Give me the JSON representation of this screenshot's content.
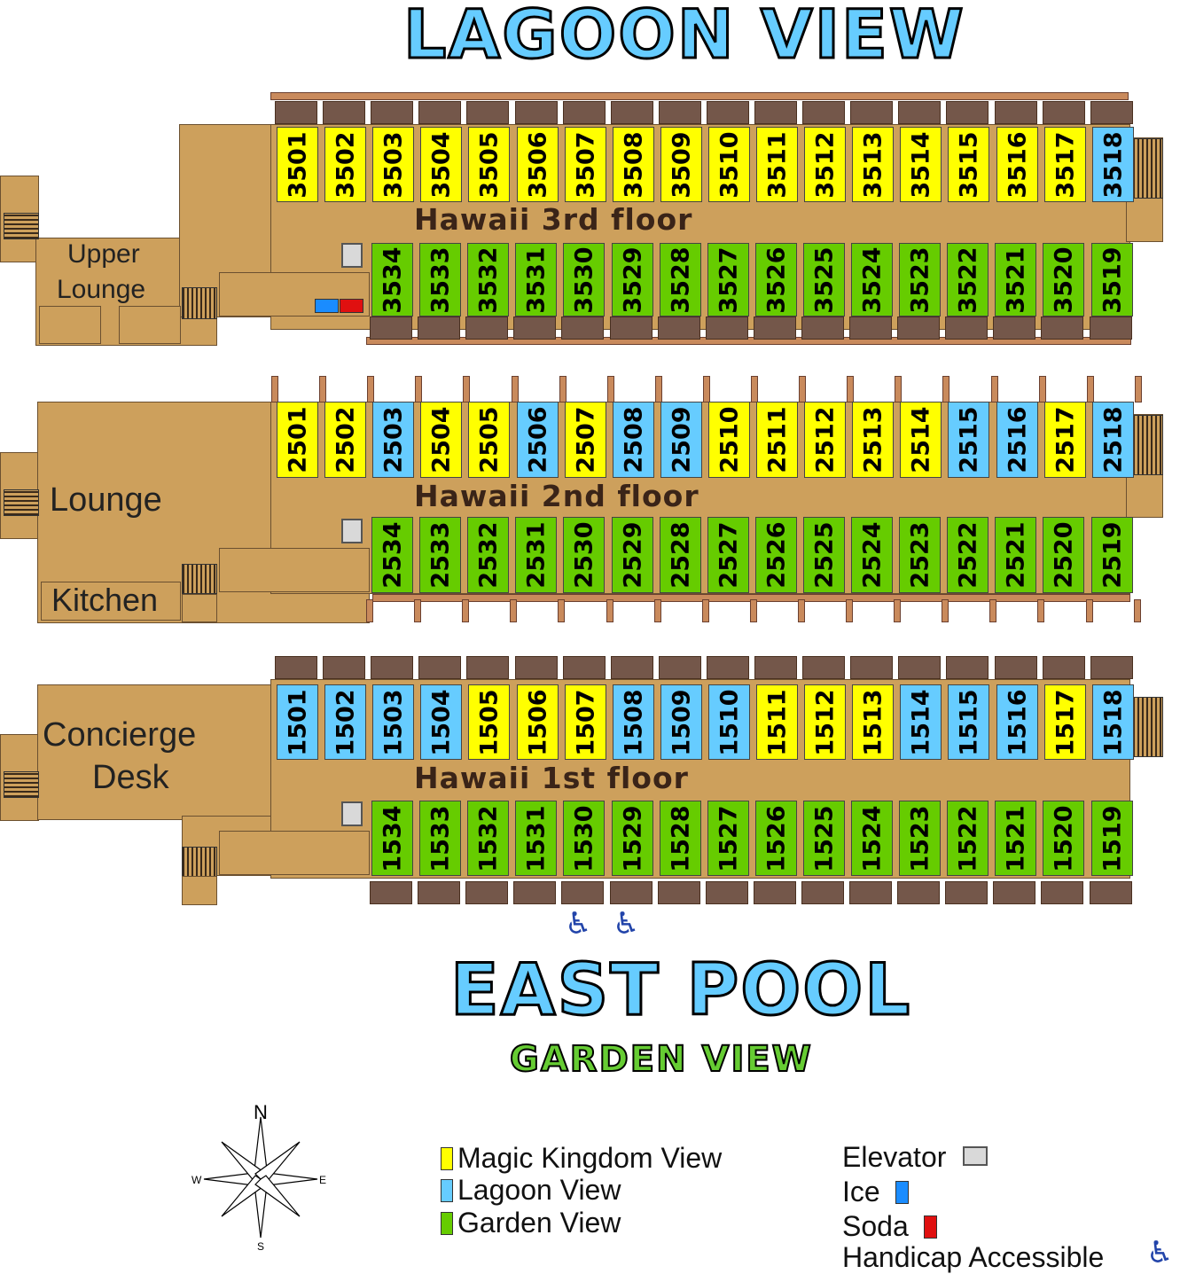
{
  "titles": {
    "top": "LAGOON VIEW",
    "bottom": "EAST POOL",
    "garden": "GARDEN VIEW"
  },
  "colors": {
    "magic_kingdom_view": "#ffff00",
    "lagoon_view": "#66ccff",
    "garden_view": "#66cc00",
    "elevator": "#d9d9d9",
    "ice": "#1a8cff",
    "soda": "#e01010",
    "handicap": "#2244aa"
  },
  "floors": [
    {
      "id": "third",
      "label": "Hawaii 3rd floor",
      "areas": [
        "Upper",
        "Lounge"
      ],
      "top_rooms": [
        {
          "n": "3501",
          "v": "mk"
        },
        {
          "n": "3502",
          "v": "mk"
        },
        {
          "n": "3503",
          "v": "mk"
        },
        {
          "n": "3504",
          "v": "mk"
        },
        {
          "n": "3505",
          "v": "mk"
        },
        {
          "n": "3506",
          "v": "mk"
        },
        {
          "n": "3507",
          "v": "mk"
        },
        {
          "n": "3508",
          "v": "mk"
        },
        {
          "n": "3509",
          "v": "mk"
        },
        {
          "n": "3510",
          "v": "mk"
        },
        {
          "n": "3511",
          "v": "mk"
        },
        {
          "n": "3512",
          "v": "mk"
        },
        {
          "n": "3513",
          "v": "mk"
        },
        {
          "n": "3514",
          "v": "mk"
        },
        {
          "n": "3515",
          "v": "mk"
        },
        {
          "n": "3516",
          "v": "mk"
        },
        {
          "n": "3517",
          "v": "mk"
        },
        {
          "n": "3518",
          "v": "lv"
        }
      ],
      "bottom_rooms": [
        {
          "n": "3534",
          "v": "gv"
        },
        {
          "n": "3533",
          "v": "gv"
        },
        {
          "n": "3532",
          "v": "gv"
        },
        {
          "n": "3531",
          "v": "gv"
        },
        {
          "n": "3530",
          "v": "gv"
        },
        {
          "n": "3529",
          "v": "gv"
        },
        {
          "n": "3528",
          "v": "gv"
        },
        {
          "n": "3527",
          "v": "gv"
        },
        {
          "n": "3526",
          "v": "gv"
        },
        {
          "n": "3525",
          "v": "gv"
        },
        {
          "n": "3524",
          "v": "gv"
        },
        {
          "n": "3523",
          "v": "gv"
        },
        {
          "n": "3522",
          "v": "gv"
        },
        {
          "n": "3521",
          "v": "gv"
        },
        {
          "n": "3520",
          "v": "gv"
        },
        {
          "n": "3519",
          "v": "gv"
        }
      ]
    },
    {
      "id": "second",
      "label": "Hawaii 2nd floor",
      "areas": [
        "Lounge",
        "Kitchen"
      ],
      "top_rooms": [
        {
          "n": "2501",
          "v": "mk"
        },
        {
          "n": "2502",
          "v": "mk"
        },
        {
          "n": "2503",
          "v": "lv"
        },
        {
          "n": "2504",
          "v": "mk"
        },
        {
          "n": "2505",
          "v": "mk"
        },
        {
          "n": "2506",
          "v": "lv"
        },
        {
          "n": "2507",
          "v": "mk"
        },
        {
          "n": "2508",
          "v": "lv"
        },
        {
          "n": "2509",
          "v": "lv"
        },
        {
          "n": "2510",
          "v": "mk"
        },
        {
          "n": "2511",
          "v": "mk"
        },
        {
          "n": "2512",
          "v": "mk"
        },
        {
          "n": "2513",
          "v": "mk"
        },
        {
          "n": "2514",
          "v": "mk"
        },
        {
          "n": "2515",
          "v": "lv"
        },
        {
          "n": "2516",
          "v": "lv"
        },
        {
          "n": "2517",
          "v": "mk"
        },
        {
          "n": "2518",
          "v": "lv"
        }
      ],
      "bottom_rooms": [
        {
          "n": "2534",
          "v": "gv"
        },
        {
          "n": "2533",
          "v": "gv"
        },
        {
          "n": "2532",
          "v": "gv"
        },
        {
          "n": "2531",
          "v": "gv"
        },
        {
          "n": "2530",
          "v": "gv"
        },
        {
          "n": "2529",
          "v": "gv"
        },
        {
          "n": "2528",
          "v": "gv"
        },
        {
          "n": "2527",
          "v": "gv"
        },
        {
          "n": "2526",
          "v": "gv"
        },
        {
          "n": "2525",
          "v": "gv"
        },
        {
          "n": "2524",
          "v": "gv"
        },
        {
          "n": "2523",
          "v": "gv"
        },
        {
          "n": "2522",
          "v": "gv"
        },
        {
          "n": "2521",
          "v": "gv"
        },
        {
          "n": "2520",
          "v": "gv"
        },
        {
          "n": "2519",
          "v": "gv"
        }
      ]
    },
    {
      "id": "first",
      "label": "Hawaii 1st floor",
      "areas": [
        "Concierge",
        "Desk"
      ],
      "top_rooms": [
        {
          "n": "1501",
          "v": "lv"
        },
        {
          "n": "1502",
          "v": "lv"
        },
        {
          "n": "1503",
          "v": "lv"
        },
        {
          "n": "1504",
          "v": "lv"
        },
        {
          "n": "1505",
          "v": "mk"
        },
        {
          "n": "1506",
          "v": "mk"
        },
        {
          "n": "1507",
          "v": "mk"
        },
        {
          "n": "1508",
          "v": "lv"
        },
        {
          "n": "1509",
          "v": "lv"
        },
        {
          "n": "1510",
          "v": "lv"
        },
        {
          "n": "1511",
          "v": "mk"
        },
        {
          "n": "1512",
          "v": "mk"
        },
        {
          "n": "1513",
          "v": "mk"
        },
        {
          "n": "1514",
          "v": "lv"
        },
        {
          "n": "1515",
          "v": "lv"
        },
        {
          "n": "1516",
          "v": "lv"
        },
        {
          "n": "1517",
          "v": "mk"
        },
        {
          "n": "1518",
          "v": "lv"
        }
      ],
      "bottom_rooms": [
        {
          "n": "1534",
          "v": "gv"
        },
        {
          "n": "1533",
          "v": "gv"
        },
        {
          "n": "1532",
          "v": "gv"
        },
        {
          "n": "1531",
          "v": "gv"
        },
        {
          "n": "1530",
          "v": "gv"
        },
        {
          "n": "1529",
          "v": "gv"
        },
        {
          "n": "1528",
          "v": "gv"
        },
        {
          "n": "1527",
          "v": "gv"
        },
        {
          "n": "1526",
          "v": "gv"
        },
        {
          "n": "1525",
          "v": "gv"
        },
        {
          "n": "1524",
          "v": "gv"
        },
        {
          "n": "1523",
          "v": "gv"
        },
        {
          "n": "1522",
          "v": "gv"
        },
        {
          "n": "1521",
          "v": "gv"
        },
        {
          "n": "1520",
          "v": "gv"
        },
        {
          "n": "1519",
          "v": "gv"
        }
      ]
    }
  ],
  "compass": {
    "n": "N",
    "s": "S",
    "e": "E",
    "w": "W"
  },
  "legend": {
    "views": [
      "Magic Kingdom View",
      "Lagoon View",
      "Garden View"
    ],
    "amenities": [
      "Elevator",
      "Ice",
      "Soda",
      "Handicap Accessible"
    ]
  }
}
